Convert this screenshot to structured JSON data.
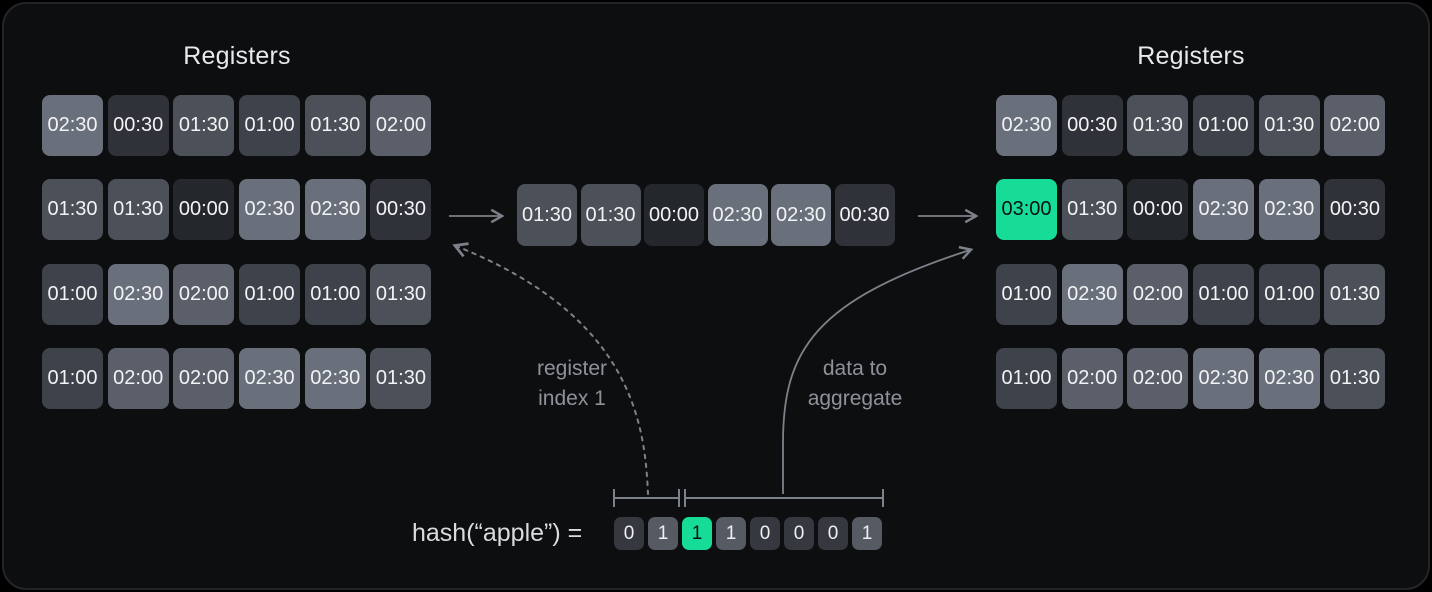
{
  "left_registers": {
    "title": "Registers",
    "rows": [
      [
        "02:30",
        "00:30",
        "01:30",
        "01:00",
        "01:30",
        "02:00"
      ],
      [
        "01:30",
        "01:30",
        "00:00",
        "02:30",
        "02:30",
        "00:30"
      ],
      [
        "01:00",
        "02:30",
        "02:00",
        "01:00",
        "01:00",
        "01:30"
      ],
      [
        "01:00",
        "02:00",
        "02:00",
        "02:30",
        "02:30",
        "01:30"
      ]
    ]
  },
  "selected_row": {
    "values": [
      "01:30",
      "01:30",
      "00:00",
      "02:30",
      "02:30",
      "00:30"
    ]
  },
  "right_registers": {
    "title": "Registers",
    "rows": [
      [
        "02:30",
        "00:30",
        "01:30",
        "01:00",
        "01:30",
        "02:00"
      ],
      [
        "03:00",
        "01:30",
        "00:00",
        "02:30",
        "02:30",
        "00:30"
      ],
      [
        "01:00",
        "02:30",
        "02:00",
        "01:00",
        "01:00",
        "01:30"
      ],
      [
        "01:00",
        "02:00",
        "02:00",
        "02:30",
        "02:30",
        "01:30"
      ]
    ],
    "highlight": {
      "row": 1,
      "col": 0,
      "value": "03:00"
    }
  },
  "annotations": {
    "register_index_label": "register index 1",
    "data_to_aggregate_label": "data to aggregate"
  },
  "hash": {
    "expression": "hash(“apple”) =",
    "bits": [
      "0",
      "1",
      "1",
      "1",
      "0",
      "0",
      "0",
      "1"
    ],
    "highlighted_bit_index": 2
  },
  "colors": {
    "accent_green": "#17DC97",
    "highlight_text": "#0d1116",
    "cell_text": "#f2f3f5",
    "label_text": "#8d929a",
    "connector": "#7c828a",
    "value_shades": {
      "00:00": "#24272c",
      "00:30": "#2f3238",
      "01:00": "#3e424a",
      "01:30": "#4b5059",
      "02:00": "#5a5f6a",
      "02:30": "#6a707b",
      "03:00": "#17DC97"
    },
    "bit_shades": {
      "0": "#35383f",
      "1": "#555a63"
    }
  }
}
